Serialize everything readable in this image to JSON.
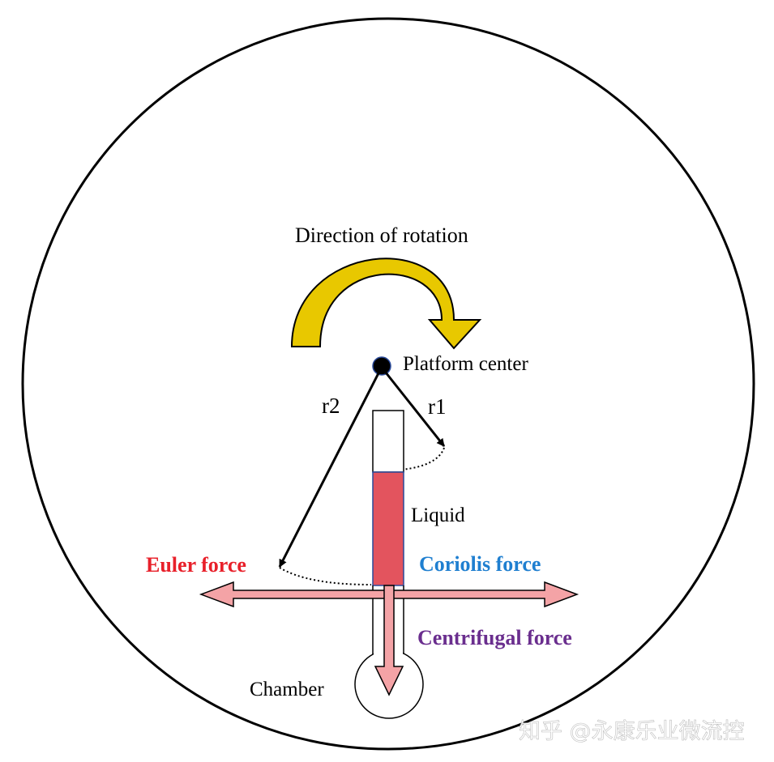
{
  "labels": {
    "direction": "Direction of rotation",
    "platform_center": "Platform center",
    "r1": "r1",
    "r2": "r2",
    "liquid": "Liquid",
    "euler": "Euler force",
    "coriolis": "Coriolis force",
    "centrifugal": "Centrifugal force",
    "chamber": "Chamber",
    "watermark": "知乎 @永康乐业微流控"
  },
  "colors": {
    "euler": "#e8202a",
    "coriolis": "#1f7fd0",
    "centrifugal": "#6a2e8e",
    "force_arrow": "#f4a3a6",
    "liquid": "#e3545e",
    "rotation_arrow": "#e8c800",
    "center_dot": "#000000"
  },
  "icons": {
    "rotation": "curved-arrow-icon"
  }
}
